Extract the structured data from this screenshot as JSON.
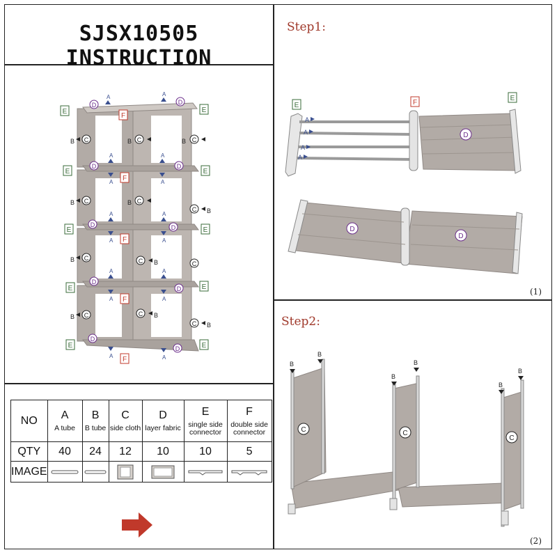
{
  "title": "SJSX10505 INSTRUCTION",
  "steps": {
    "step1": {
      "title": "Step1:",
      "number": "(1)"
    },
    "step2": {
      "title": "Step2:",
      "number": "(2)"
    }
  },
  "diagram_labels": {
    "a": "A",
    "b": "B",
    "c": "C",
    "d": "D",
    "e": "E",
    "f": "F"
  },
  "parts_table": {
    "row_labels": {
      "no": "NO",
      "qty": "QTY",
      "image": "IMAGE"
    },
    "parts": [
      {
        "letter": "A",
        "name": "A tube",
        "qty": "40"
      },
      {
        "letter": "B",
        "name": "B tube",
        "qty": "24"
      },
      {
        "letter": "C",
        "name": "side cloth",
        "qty": "12"
      },
      {
        "letter": "D",
        "name": "layer fabric",
        "qty": "10"
      },
      {
        "letter": "E",
        "name": "single side connector",
        "qty": "10"
      },
      {
        "letter": "F",
        "name": "double side connector",
        "qty": "5"
      }
    ]
  },
  "colors": {
    "fabric": "#b2aba6",
    "fabric_dark": "#8f8884",
    "tube": "#d8d8d8",
    "connector_e": "#3a6b3a",
    "connector_f": "#c0392b",
    "label_d": "#6a2c8a",
    "arrow_a": "#3a4f8f",
    "step_title": "#a0392b",
    "next_arrow": "#c0392b"
  },
  "icons": {
    "next": "right-arrow-icon"
  }
}
